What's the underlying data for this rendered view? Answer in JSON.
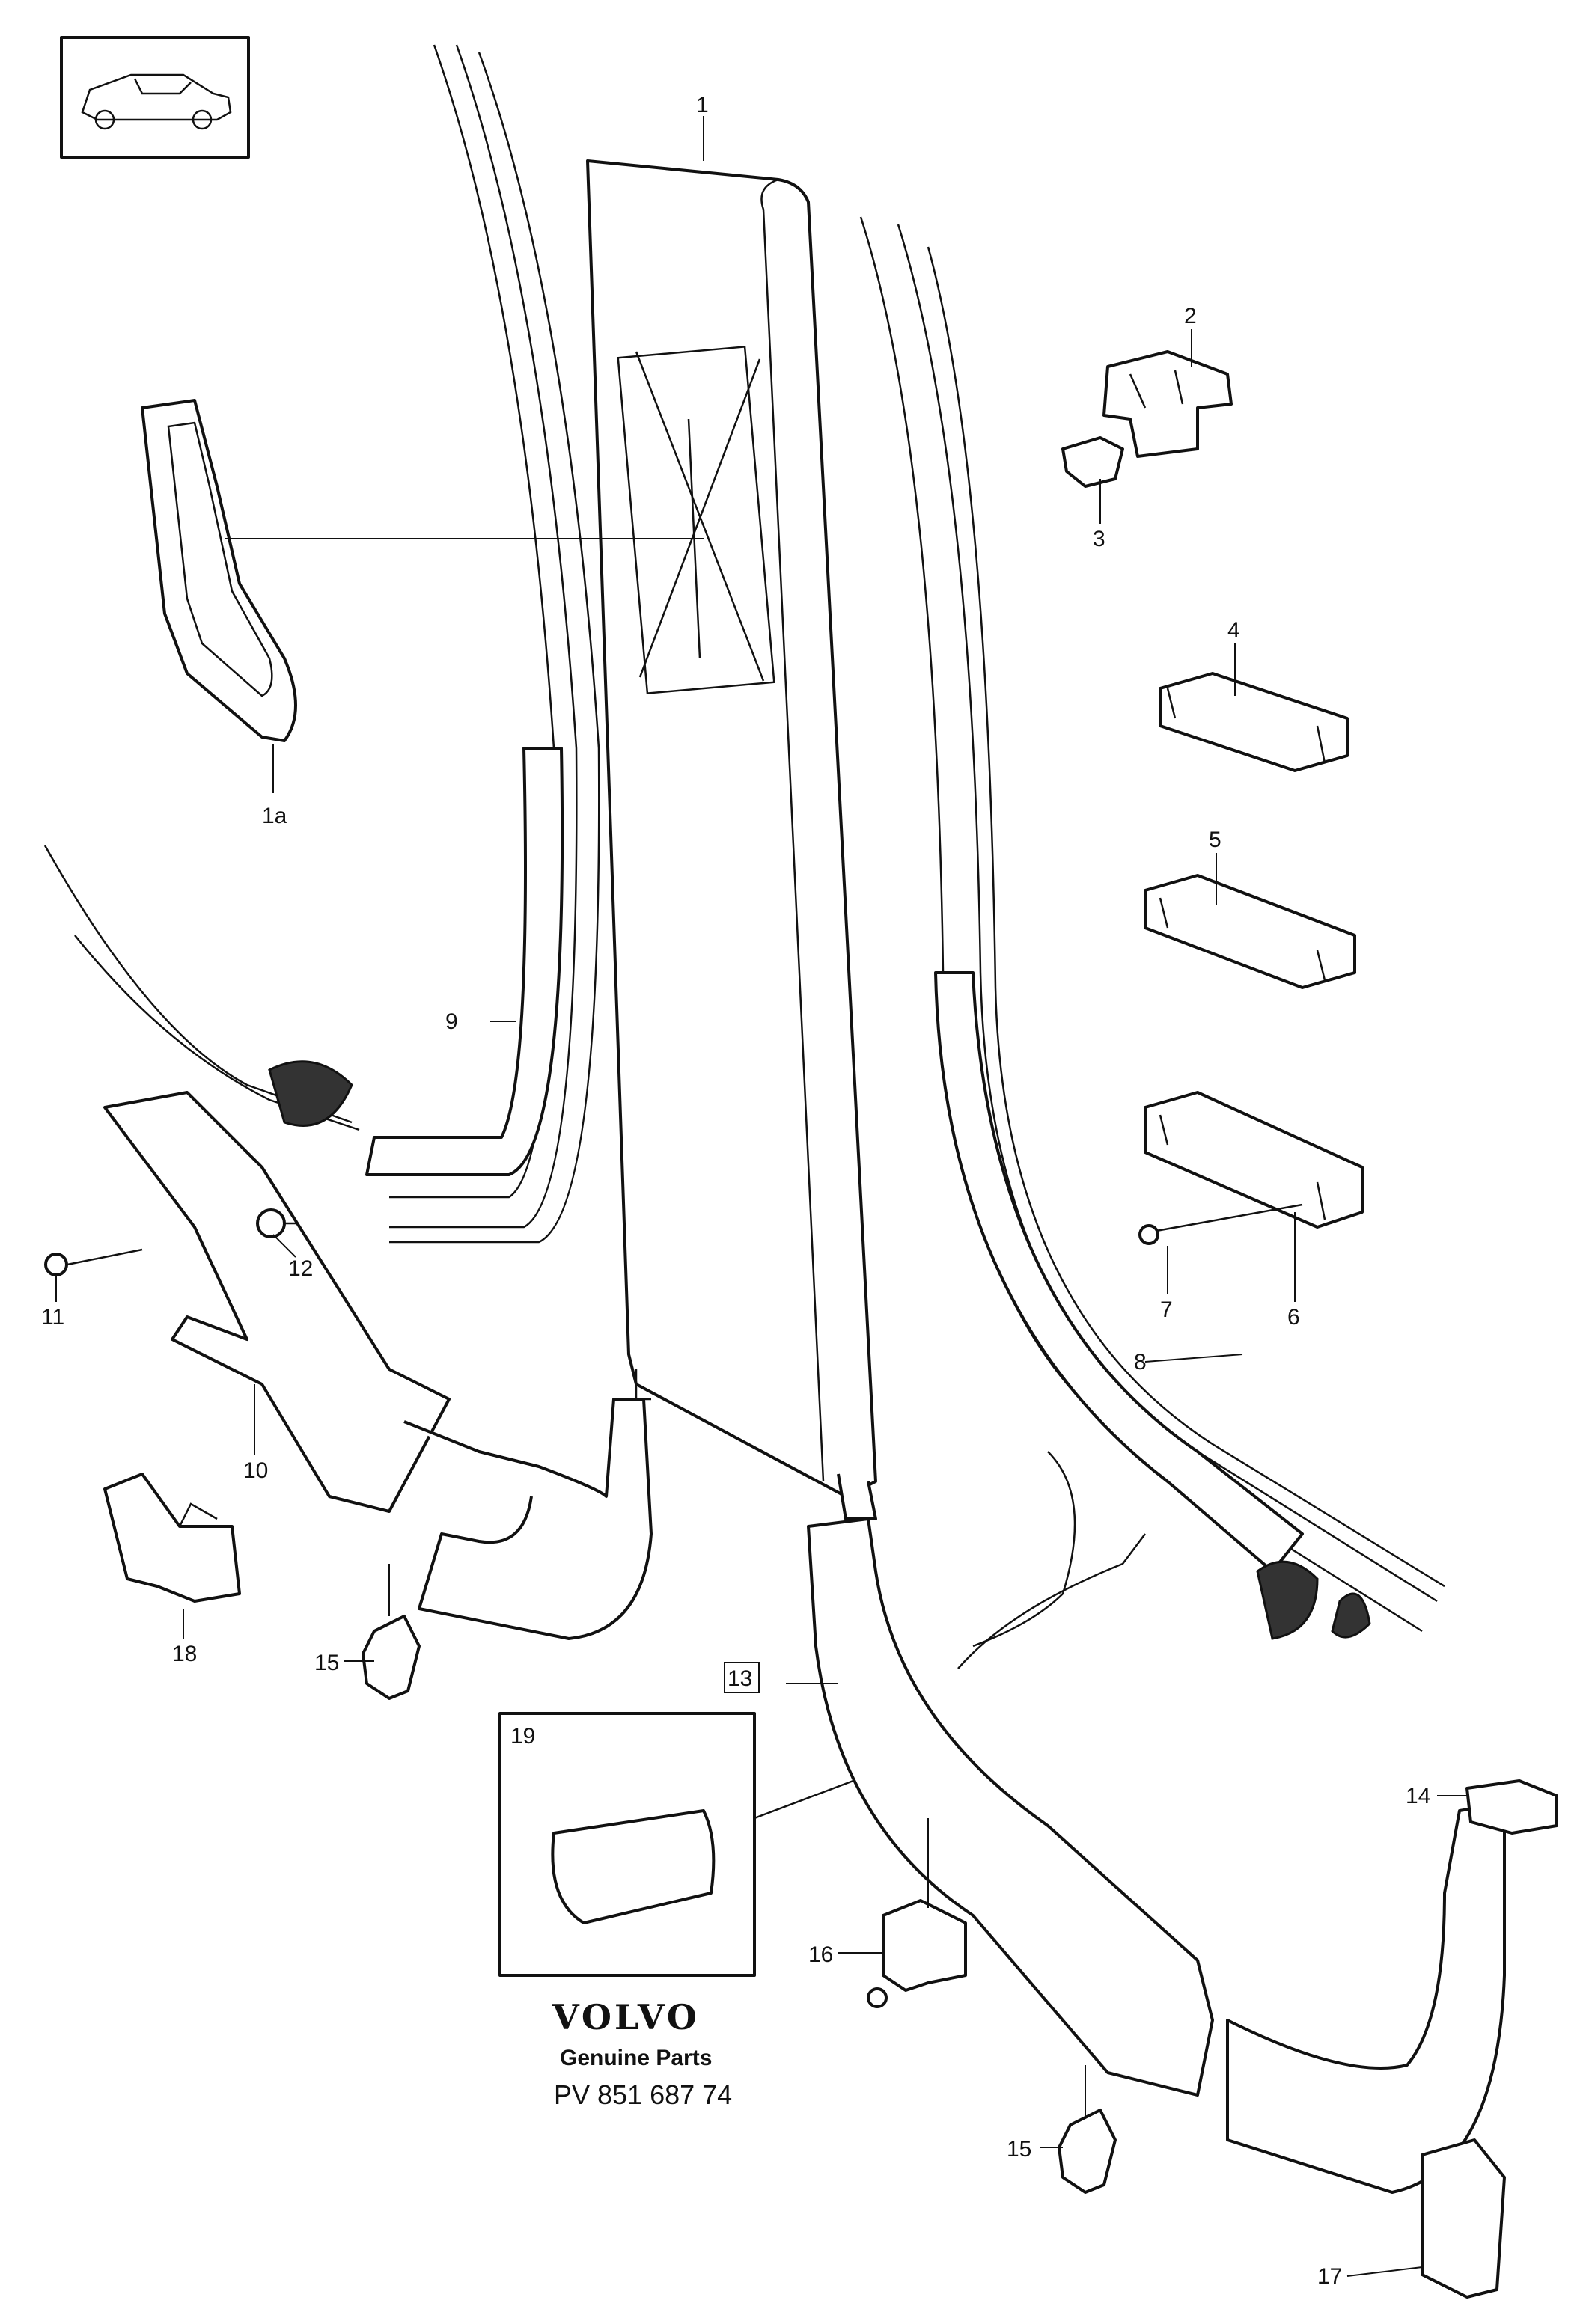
{
  "parts": [
    {
      "id": "1",
      "label": "1"
    },
    {
      "id": "1a",
      "label": "1a"
    },
    {
      "id": "2",
      "label": "2"
    },
    {
      "id": "3",
      "label": "3"
    },
    {
      "id": "4",
      "label": "4"
    },
    {
      "id": "5",
      "label": "5"
    },
    {
      "id": "6",
      "label": "6"
    },
    {
      "id": "7",
      "label": "7"
    },
    {
      "id": "8",
      "label": "8"
    },
    {
      "id": "9",
      "label": "9"
    },
    {
      "id": "10",
      "label": "10"
    },
    {
      "id": "11",
      "label": "11"
    },
    {
      "id": "12",
      "label": "12"
    },
    {
      "id": "13",
      "label": "13"
    },
    {
      "id": "14",
      "label": "14"
    },
    {
      "id": "15a",
      "label": "15"
    },
    {
      "id": "15b",
      "label": "15"
    },
    {
      "id": "16",
      "label": "16"
    },
    {
      "id": "17",
      "label": "17"
    },
    {
      "id": "18",
      "label": "18"
    },
    {
      "id": "19",
      "label": "19"
    }
  ],
  "branding": {
    "brand": "VOLVO",
    "subtitle": "Genuine Parts",
    "part_number": "PV 851 687 74"
  },
  "colors": {
    "ink": "#111111",
    "paper": "#ffffff"
  }
}
